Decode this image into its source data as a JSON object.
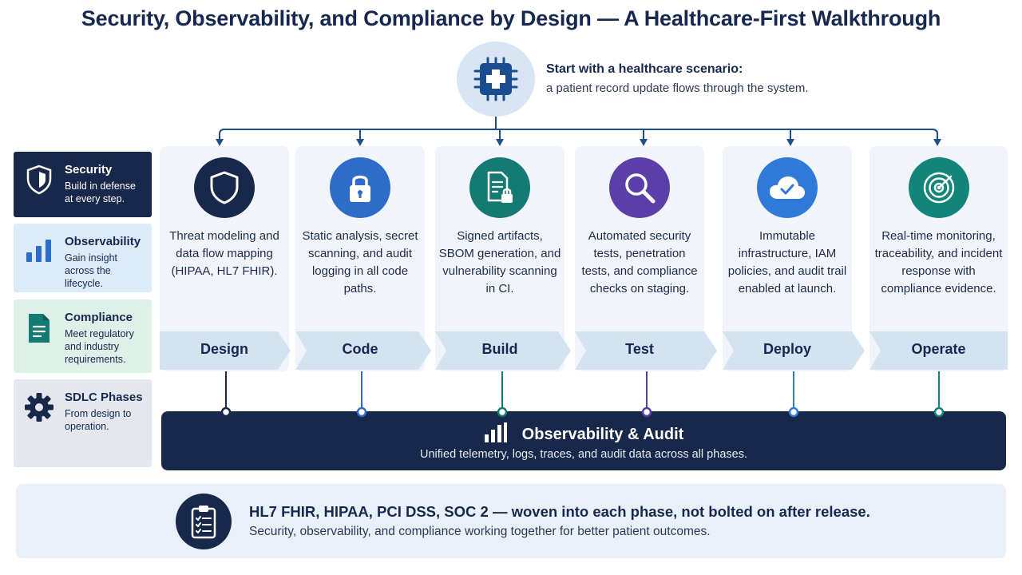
{
  "title": "Security, Observability, and Compliance by Design — A Healthcare-First Walkthrough",
  "scenario": {
    "title": "Start with a healthcare scenario:",
    "subtitle": "a patient record update flows through the system.",
    "icon": "medical-chip-icon"
  },
  "legend": [
    {
      "title": "Security",
      "desc": "Build in defense at every step.",
      "icon": "shield-icon",
      "bg": "#17284a"
    },
    {
      "title": "Observability",
      "desc": "Gain insight across the lifecycle.",
      "icon": "bar-chart-icon",
      "bg": "#dcebf8"
    },
    {
      "title": "Compliance",
      "desc": "Meet regulatory and industry requirements.",
      "icon": "document-icon",
      "bg": "#ddf1e8"
    },
    {
      "title": "SDLC Phases",
      "desc": "From design to operation.",
      "icon": "gear-icon",
      "bg": "#e4e8ee"
    }
  ],
  "phases": [
    {
      "label": "Design",
      "desc": "Threat modeling and data flow mapping (HIPAA, HL7 FHIR).",
      "icon": "shield-icon",
      "color": "#17284a"
    },
    {
      "label": "Code",
      "desc": "Static analysis, secret scanning, and audit logging in all code paths.",
      "icon": "lock-icon",
      "color": "#2e6cc9"
    },
    {
      "label": "Build",
      "desc": "Signed artifacts, SBOM generation, and vulnerability scanning in CI.",
      "icon": "signed-document-icon",
      "color": "#137a74"
    },
    {
      "label": "Test",
      "desc": "Automated security tests, penetration tests, and compliance checks on staging.",
      "icon": "magnifier-icon",
      "color": "#5a3fa8"
    },
    {
      "label": "Deploy",
      "desc": "Immutable infrastructure, IAM policies, and audit trail enabled at launch.",
      "icon": "cloud-check-icon",
      "color": "#2f7ad9"
    },
    {
      "label": "Operate",
      "desc": "Real-time monitoring, traceability, and incident response with compliance evidence.",
      "icon": "radar-icon",
      "color": "#12857a"
    }
  ],
  "observability": {
    "title": "Observability & Audit",
    "subtitle": "Unified telemetry, logs, traces, and audit data across all phases.",
    "icon": "bar-chart-icon"
  },
  "footer": {
    "title": "HL7 FHIR, HIPAA, PCI DSS, SOC 2 — woven into each phase, not bolted on after release.",
    "subtitle": "Security, observability, and compliance working together for better patient outcomes.",
    "icon": "clipboard-checklist-icon"
  }
}
